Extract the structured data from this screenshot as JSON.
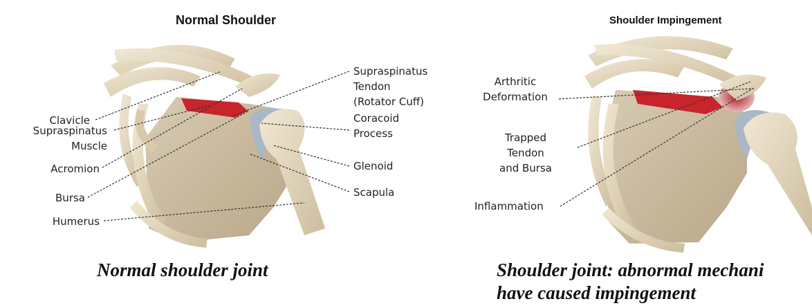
{
  "left_panel": {
    "title": "Normal Shoulder",
    "labels": {
      "clavicle": "Clavicle",
      "supraspinatus_muscle_1": "Supraspinatus",
      "supraspinatus_muscle_2": "Muscle",
      "acromion": "Acromion",
      "bursa": "Bursa",
      "humerus": "Humerus",
      "supraspinatus_tendon_1": "Supraspinatus",
      "supraspinatus_tendon_2": "Tendon",
      "supraspinatus_tendon_3": "(Rotator Cuff)",
      "coracoid_1": "Coracoid",
      "coracoid_2": "Process",
      "glenoid": "Glenoid",
      "scapula": "Scapula"
    },
    "caption": "Normal shoulder joint"
  },
  "right_panel": {
    "title": "Shoulder Impingement",
    "labels": {
      "arthritic_1": "Arthritic",
      "arthritic_2": "Deformation",
      "trapped_1": "Trapped",
      "trapped_2": "Tendon",
      "trapped_3": "and Bursa",
      "inflammation": "Inflammation"
    },
    "caption_line1": "Shoulder joint: abnormal mechani",
    "caption_line2": "have caused impingement"
  },
  "colors": {
    "bone": "#e8dcc3",
    "bone_shadow": "#c9b89a",
    "scapula": "#cfc0a5",
    "muscle": "#c8242c",
    "cartilage": "#a9b7c6"
  }
}
